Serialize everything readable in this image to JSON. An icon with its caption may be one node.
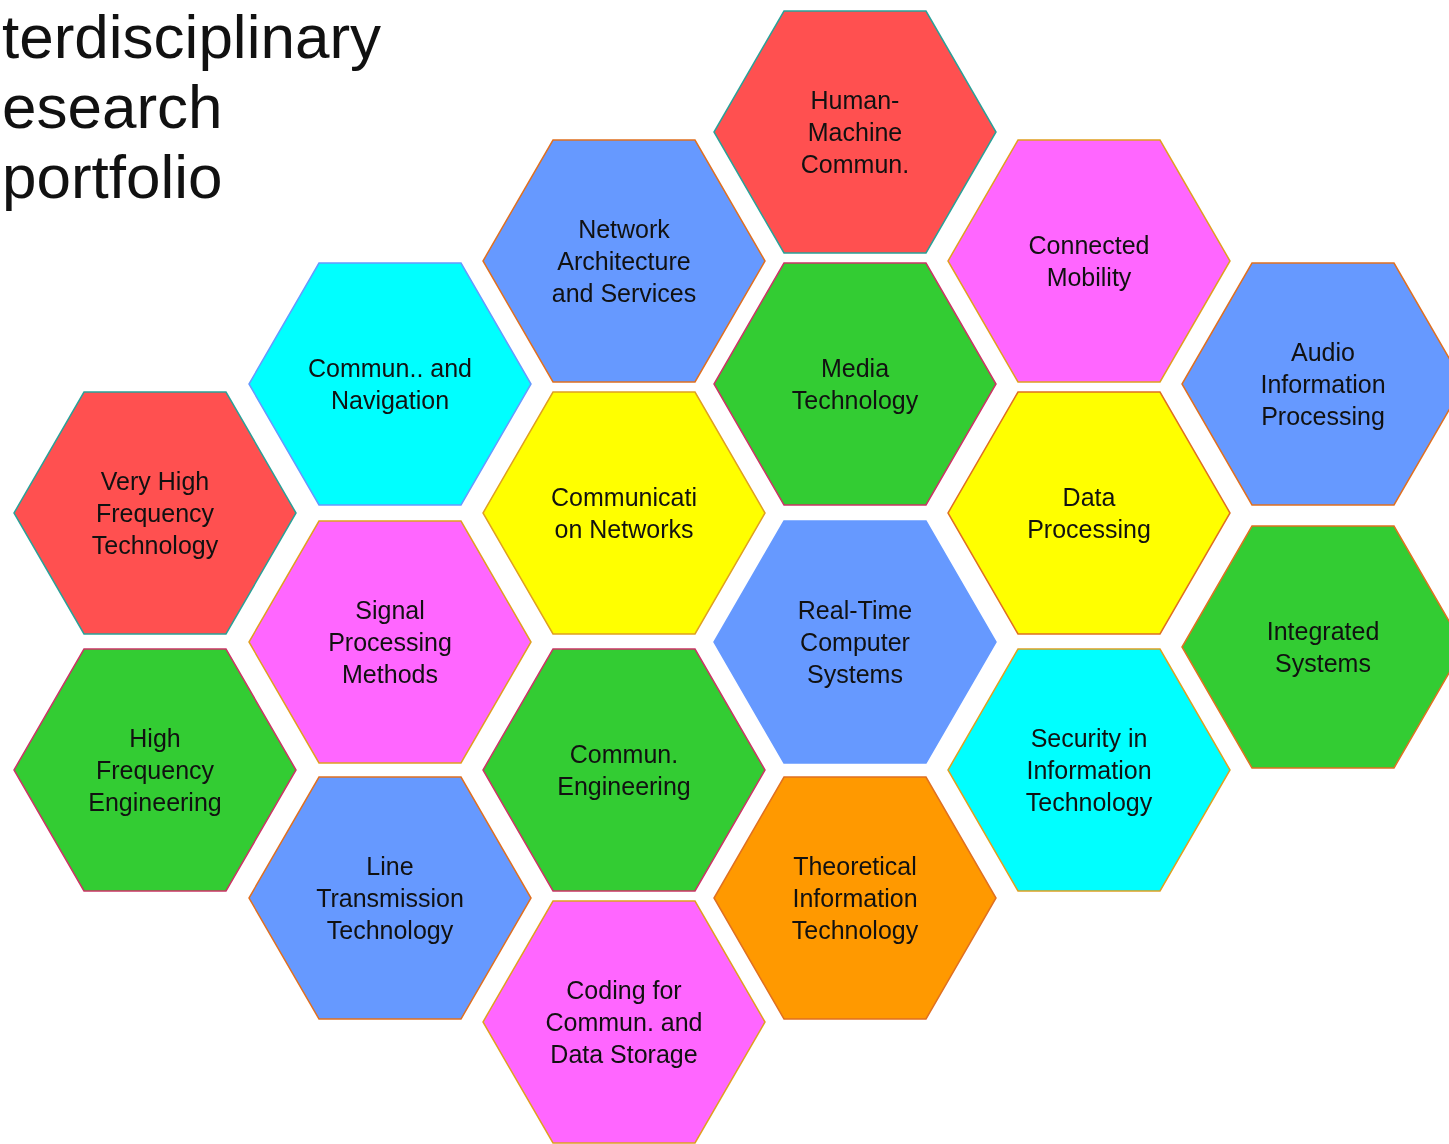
{
  "diagram": {
    "title": "terdisciplinary esearch portfolio",
    "nodes": [
      {
        "text": [
          "Human- Machine Commun."
        ]
      },
      {
        "text": [
          "Network Architecture and Services"
        ]
      },
      {
        "text": [
          "Connected Mobility"
        ]
      },
      {
        "text": [
          "Commun.. and Navigation"
        ]
      },
      {
        "text": [
          "Media Technology"
        ]
      },
      {
        "text": [
          "Audio Information Processing"
        ]
      },
      {
        "text": [
          "Very High Frequency Technology"
        ]
      },
      {
        "text": [
          "Communicati on Networks"
        ]
      },
      {
        "text": [
          "Data Processing"
        ]
      },
      {
        "text": [
          "Signal Processing Methods"
        ]
      },
      {
        "text": [
          "Real-Time Computer Systems"
        ]
      },
      {
        "text": [
          "Integrated Systems"
        ]
      },
      {
        "text": [
          "High Frequency Engineering"
        ]
      },
      {
        "text": [
          "Commun. Engineering"
        ]
      },
      {
        "text": [
          "Security in Information Technology"
        ]
      },
      {
        "text": [
          "Line Transmission Technology"
        ]
      },
      {
        "text": [
          "Theoretical Information Technology"
        ]
      },
      {
        "text": [
          "Coding for Commun. and Data Storage"
        ]
      }
    ]
  }
}
